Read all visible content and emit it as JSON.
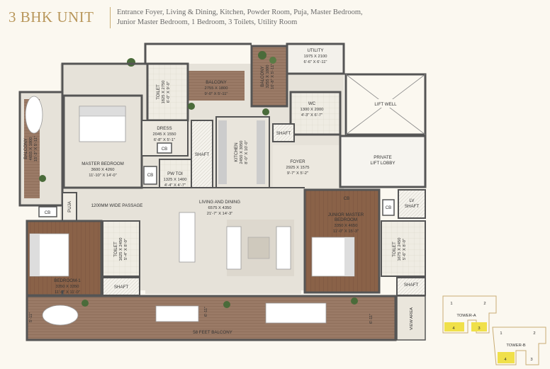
{
  "header": {
    "title": "3 BHK UNIT",
    "description_line1": "Entrance Foyer, Living & Dining, Kitchen, Powder Room, Puja, Master Bedroom,",
    "description_line2": "Junior Master Bedroom, 1 Bedroom, 3 Toilets, Utility Room"
  },
  "rooms": {
    "utility": {
      "name": "UTILITY",
      "mm": "1975 X 2100",
      "ft": "6'-6\" X 6'-11\""
    },
    "balcony_top": {
      "name": "BALCONY",
      "mm": "2755 X 1800",
      "ft": "9'-0\" X 5'-11\""
    },
    "balcony_kitchen": {
      "name": "BALCONY",
      "mm": "3255 X 1800",
      "ft": "10'-8\" X 5'-11\""
    },
    "toilet_master": {
      "name": "TOILET",
      "mm": "1825 X 2750",
      "ft": "6'-0\" X 9'-0\""
    },
    "wc": {
      "name": "WC",
      "mm": "1300 X 2000",
      "ft": "4'-3\" X 6'-7\""
    },
    "lift_well": {
      "name": "LIFT WELL"
    },
    "balcony_left": {
      "name": "BALCONY",
      "mm": "4655 X 1800",
      "ft": "15'-3\" X 5'-11\""
    },
    "dress": {
      "name": "DRESS",
      "mm": "2045 X 1550",
      "ft": "6'-8\" X 5'-1\""
    },
    "kitchen": {
      "name": "KITCHEN",
      "mm": "2450 X 3050",
      "ft": "8'-0\" X 10'-0\""
    },
    "master_bedroom": {
      "name": "MASTER BEDROOM",
      "mm": "3600 X 4260",
      "ft": "11'-10\" X 14'-0\""
    },
    "pw_toi": {
      "name": "PW TOI",
      "mm": "1325 X 1400",
      "ft": "4'-4\" X 4'-7\""
    },
    "foyer": {
      "name": "FOYER",
      "mm": "2925 X 1575",
      "ft": "9'-7\" X 5'-2\""
    },
    "private_lift_lobby": {
      "name1": "PRIVATE",
      "name2": "LIFT LOBBY"
    },
    "living_dining": {
      "name": "LIVING AND DINING",
      "mm": "6575 X 4350",
      "ft": "21'-7\" X 14'-3\""
    },
    "junior_master": {
      "name1": "JUNIOR MASTER",
      "name2": "BEDROOM",
      "mm": "3350 X 4650",
      "ft": "11'-0\" X 15'-3\""
    },
    "bedroom1": {
      "name": "BEDROOM-1",
      "mm": "3350 X 3350",
      "ft": "11'-0\" X 11'-0\""
    },
    "toilet_b1": {
      "name": "TOILET",
      "mm": "1625 X 2450",
      "ft": "5'-4\" X 8'-0\""
    },
    "toilet_jm": {
      "name": "TOILET",
      "mm": "1675 X 2450",
      "ft": "5'-6\" X 8'-0\""
    }
  },
  "labels": {
    "shaft": "SHAFT",
    "cb": "CB",
    "puja": "PUJA",
    "passage": "1200MM WIDE PASSAGE",
    "lv_shaft1": "LV",
    "lv_shaft2": "SHAFT",
    "balcony_58": "58 FEET BALCONY",
    "dim_511": "5'-11\"",
    "dim_611": "6'-11\"",
    "view_area": "VIEW AREA"
  },
  "key_plan": {
    "tower_a": "TOWER-A",
    "tower_b": "TOWER-B",
    "a_units": [
      "1",
      "2",
      "4",
      "3"
    ],
    "b_units": [
      "1",
      "2",
      "4",
      "3"
    ]
  },
  "colors": {
    "accent": "#b8965a",
    "highlight": "#f0e04a",
    "wood": "#8a6248",
    "wall": "#555555"
  }
}
